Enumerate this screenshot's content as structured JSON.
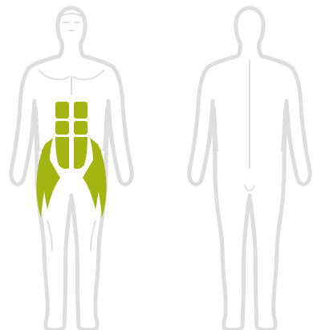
{
  "figures": [
    {
      "id": "front",
      "view": "front"
    },
    {
      "id": "back",
      "view": "back"
    }
  ],
  "highlighted_muscles": [
    "abdominals",
    "hip-flexors",
    "adductors"
  ],
  "colors": {
    "background": "#ffffff",
    "body_fill": "#ffffff",
    "body_outline": "#dedede",
    "detail_line": "#dedede",
    "highlight": "#a4b511"
  }
}
